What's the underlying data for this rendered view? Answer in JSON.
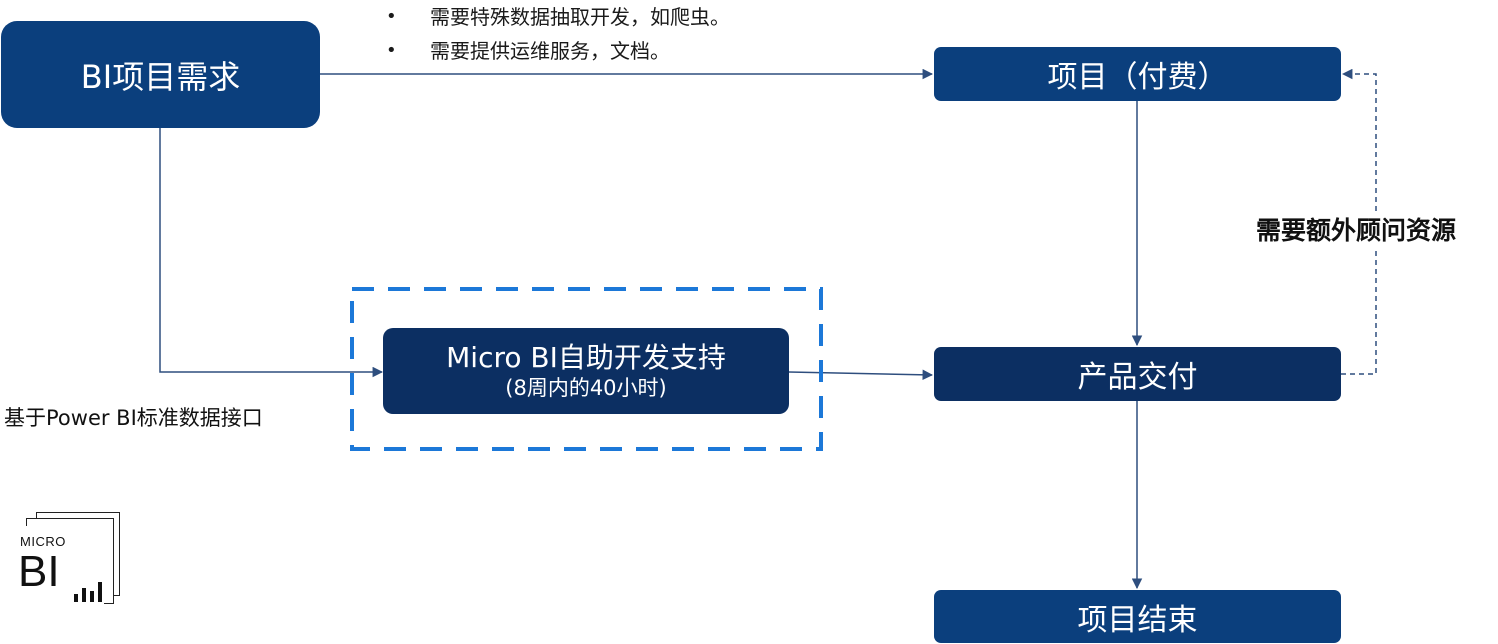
{
  "nodes": {
    "requirement": "BI项目需求",
    "paid_project": "项目（付费）",
    "micro_bi_title": "Micro BI自助开发支持",
    "micro_bi_sub": "(8周内的40小时)",
    "delivery": "产品交付",
    "project_end": "项目结束"
  },
  "notes": {
    "bullets": [
      "需要特殊数据抽取开发，如爬虫。",
      "需要提供运维服务，文档。"
    ],
    "standard_interface": "基于Power BI标准数据接口",
    "extra_consultant": "需要额外顾问资源"
  },
  "logo": {
    "top": "MICRO",
    "main": "BI"
  },
  "colors": {
    "box_main": "#0b3f7d",
    "box_dark": "#0c2f62",
    "dashed_frame": "#1c78d8",
    "connector": "#2e4e7e"
  }
}
